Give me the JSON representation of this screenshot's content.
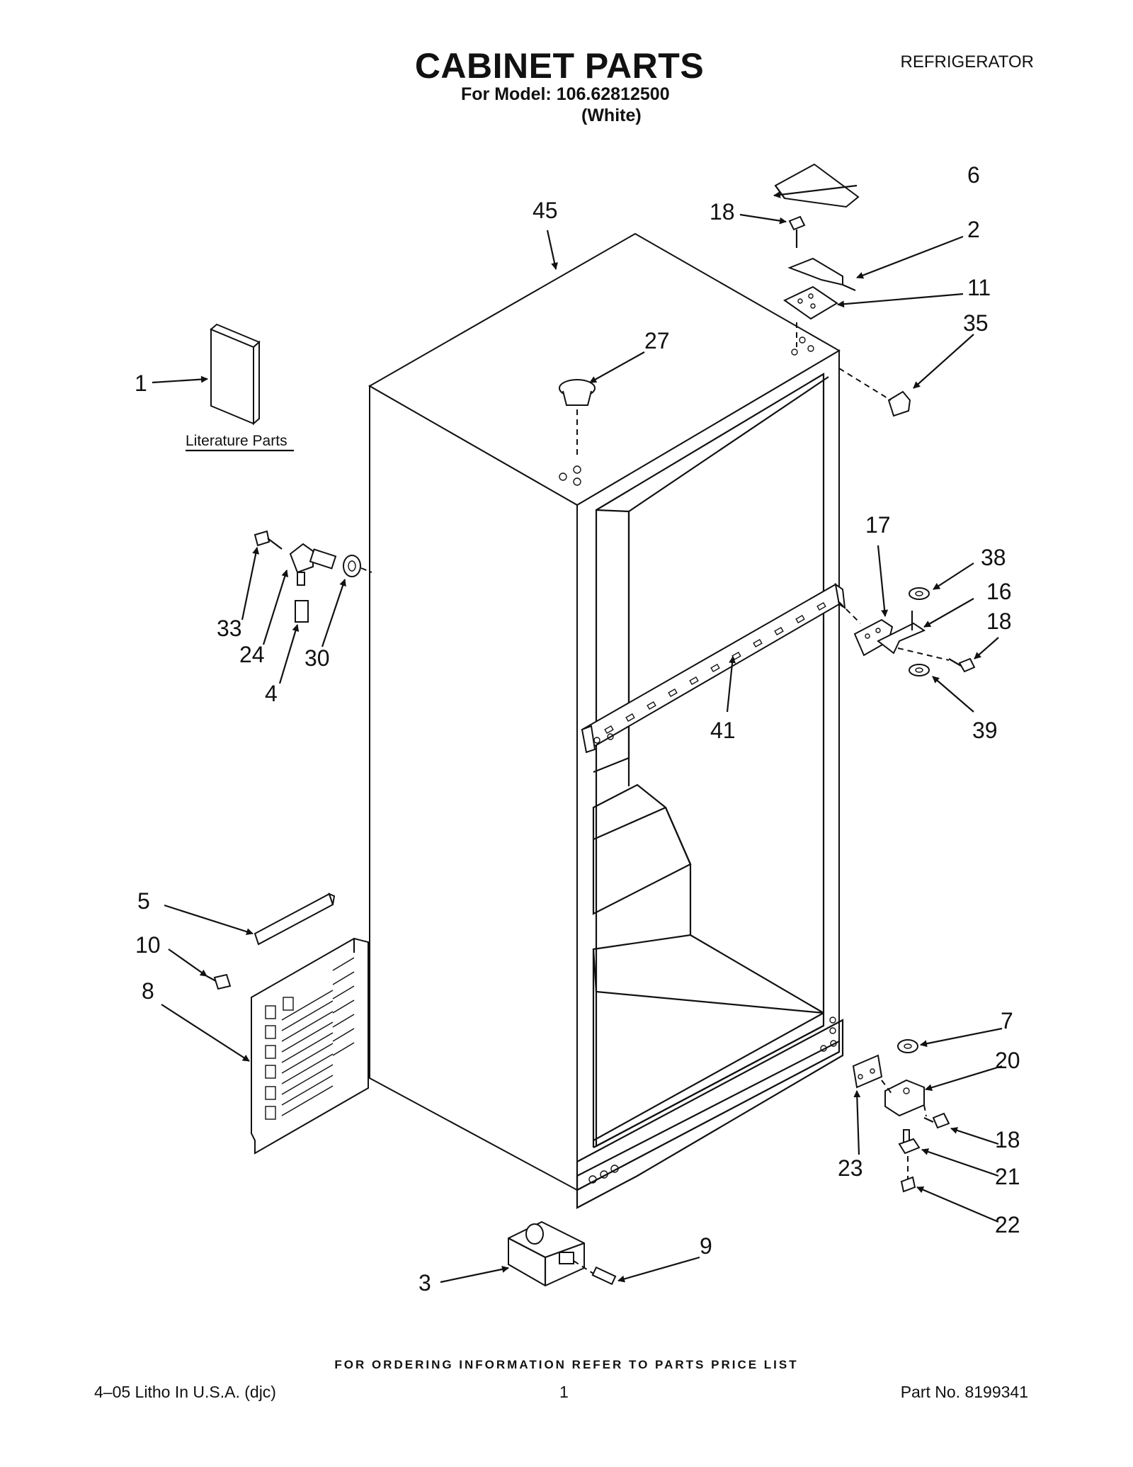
{
  "header": {
    "title": "CABINET PARTS",
    "model_line": "For Model: 106.62812500",
    "color_line": "(White)",
    "category": "REFRIGERATOR"
  },
  "diagram": {
    "literature_caption": "Literature Parts",
    "callouts": {
      "c1": "1",
      "c2": "2",
      "c3": "3",
      "c4": "4",
      "c5": "5",
      "c6": "6",
      "c7": "7",
      "c8": "8",
      "c9": "9",
      "c10": "10",
      "c11": "11",
      "c16": "16",
      "c17": "17",
      "c18a": "18",
      "c18b": "18",
      "c18c": "18",
      "c20": "20",
      "c21": "21",
      "c22": "22",
      "c23": "23",
      "c24": "24",
      "c27": "27",
      "c30": "30",
      "c33": "33",
      "c35": "35",
      "c38": "38",
      "c39": "39",
      "c41": "41",
      "c45": "45"
    }
  },
  "footer": {
    "ordering_note": "FOR ORDERING INFORMATION REFER TO PARTS PRICE LIST",
    "litho": "4–05 Litho In U.S.A. (djc)",
    "page": "1",
    "part_no": "Part No. 8199341"
  }
}
